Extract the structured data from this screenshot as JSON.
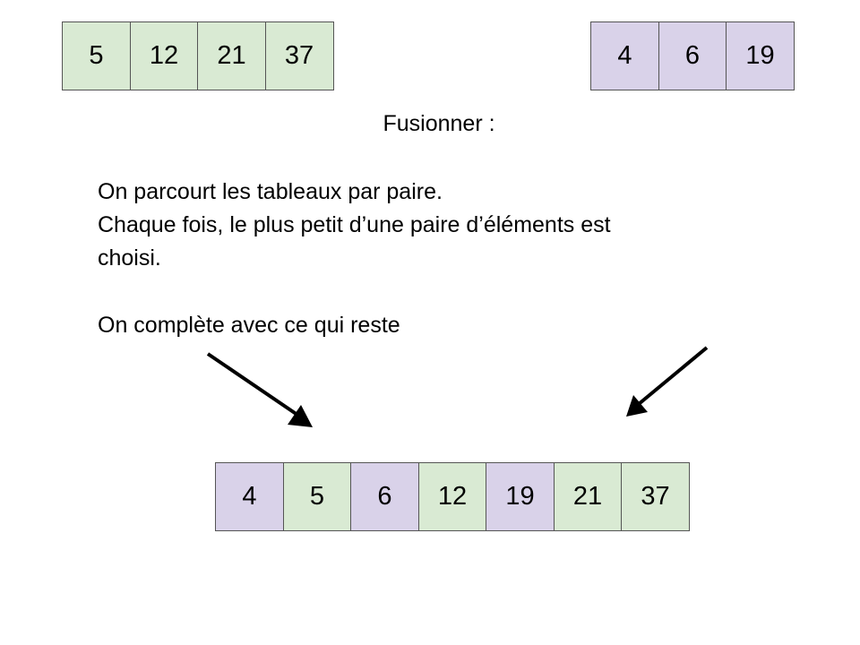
{
  "arrays": {
    "left": [
      {
        "value": "5",
        "group": "green"
      },
      {
        "value": "12",
        "group": "green"
      },
      {
        "value": "21",
        "group": "green"
      },
      {
        "value": "37",
        "group": "green"
      }
    ],
    "right": [
      {
        "value": "4",
        "group": "purple"
      },
      {
        "value": "6",
        "group": "purple"
      },
      {
        "value": "19",
        "group": "purple"
      }
    ],
    "merged": [
      {
        "value": "4",
        "group": "purple"
      },
      {
        "value": "5",
        "group": "green"
      },
      {
        "value": "6",
        "group": "purple"
      },
      {
        "value": "12",
        "group": "green"
      },
      {
        "value": "19",
        "group": "purple"
      },
      {
        "value": "21",
        "group": "green"
      },
      {
        "value": "37",
        "group": "green"
      }
    ]
  },
  "colors": {
    "green": "#d9ead3",
    "purple": "#d9d2e9"
  },
  "text": {
    "title": "Fusionner :",
    "paragraph1": [
      "On parcourt les tableaux par paire.",
      "Chaque fois, le plus petit d’une paire d’éléments est",
      "choisi."
    ],
    "paragraph2": "On complète avec ce qui reste"
  }
}
